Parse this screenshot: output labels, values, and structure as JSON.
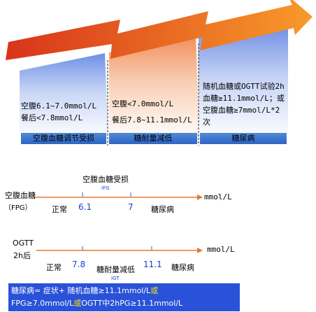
{
  "colors": {
    "arrow": "#f26b1d",
    "panel_blue": "#6d8fe6",
    "panel_orange": "#f4a070",
    "label_bar": "#3a6fd0",
    "summary_bg": "#2a52d8",
    "axis_line": "#e8782b",
    "number_blue": "#1a3fcf"
  },
  "panels": [
    {
      "text": "空腹6.1~7.0mmol/L\n餐后<7.8mmol/L",
      "label": "空腹血糖调节受损"
    },
    {
      "text": "空腹<7.0mmol/L\n餐后7.8~11.1mmol/L",
      "label": "糖耐量减低"
    },
    {
      "text": "随机血糖或OGTT试验2h血糖≥11.1mmol/L；或空腹血糖≥7mmol/L*2次",
      "label": "糖尿病"
    }
  ],
  "fpg_scale": {
    "title": "空腹血糖受损",
    "title_abbr": "IFG",
    "axis_label": "空腹血糖",
    "axis_label_sub": "（FPG）",
    "unit": "mmol/L",
    "normal": "正常",
    "value1": "6.1",
    "value2": "7",
    "diabetes": "糖尿病"
  },
  "ogtt_scale": {
    "axis_label": "OGTT",
    "axis_label_sub": "2h后",
    "unit": "mmol/L",
    "normal": "正常",
    "value1": "7.8",
    "igt": "糖耐量减低",
    "igt_abbr": "IGT",
    "value2": "11.1",
    "diabetes": "糖尿病"
  },
  "summary": {
    "part1": "糖尿病= 症状+ 随机血糖≥11.1mmol/L",
    "or1": "或",
    "part2": "FPG≥7.0mmol/L",
    "or2": "或",
    "part3": "OGTT中2hPG≥11.1mmol/L"
  }
}
